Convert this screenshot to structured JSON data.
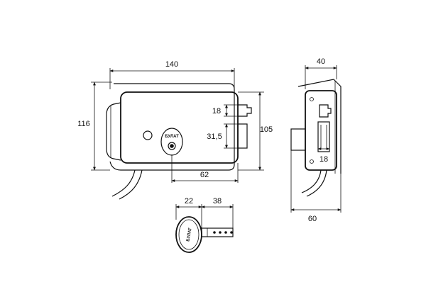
{
  "dimensions": {
    "front_width": "140",
    "front_height_total": "116",
    "front_height_body": "105",
    "bolt_height": "18",
    "bolt_offset": "31,5",
    "cylinder_offset": "62",
    "side_width_top": "40",
    "side_width_bottom": "60",
    "side_detail": "18",
    "key_head": "22",
    "key_blade": "38"
  },
  "labels": {
    "brand_lock": "БУЛАТ",
    "brand_cylinder": "БУЛАТ",
    "brand_key": "БУЛАТ"
  }
}
